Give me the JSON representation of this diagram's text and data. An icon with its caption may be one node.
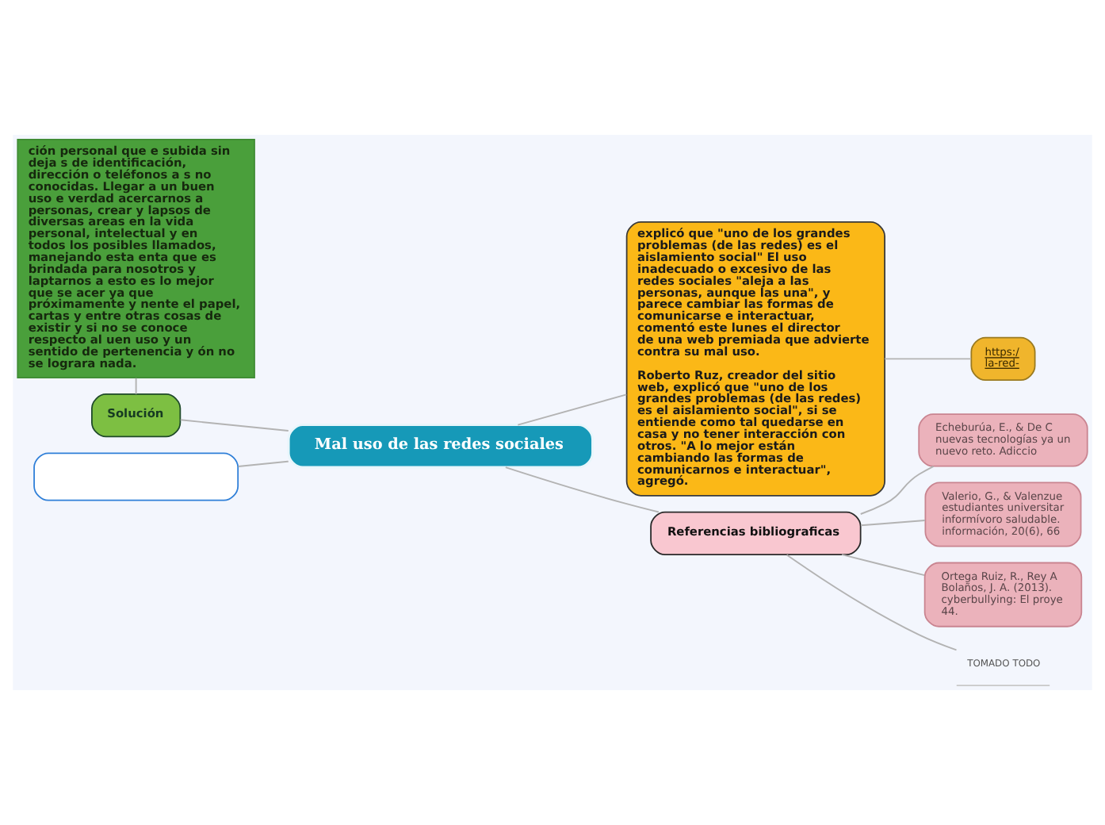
{
  "diagram": {
    "nodes": [
      {
        "text": [
          "ción personal que e subida sin deja s de identificación, dirección o teléfonos a s no conocidas. Llegar a un buen uso e verdad acercarnos a personas, crear y lapsos de diversas areas en la vida personal, intelectual y en todos los posibles llamados, manejando esta enta que es brindada para nosotros y laptarnos a esto es lo mejor que se acer ya que próximamente y nente el papel, cartas y entre otras cosas de existir y si no se conoce respecto al uen uso y un sentido de pertenencia y ón no se lograra nada."
        ]
      },
      {
        "text": [
          "explicó que \"uno de los grandes problemas (de las redes) es el aislamiento social\" El uso inadecuado o excesivo de las redes sociales \"aleja a las personas, aunque las una\", y parece cambiar las formas de comunicarse e interactuar, comentó este lunes el director de una web premiada que advierte contra su mal uso.",
          "Roberto Ruz, creador del sitio web, explicó que \"uno de los grandes problemas (de las redes) es el aislamiento social\", si se entiende como tal quedarse en casa y no tener interacción con otros. \"A lo mejor están cambiando las formas de comunicarnos e interactuar\", agregó."
        ]
      },
      {
        "text": [
          "https:/ la-red-"
        ]
      },
      {
        "text": [
          "Solución"
        ]
      },
      {
        "text": [
          "Mal uso de las redes sociales"
        ]
      },
      {
        "text": [],
        "shape": "box"
      },
      {
        "text": [
          "Referencias bibliograficas"
        ]
      },
      {
        "text": [
          "Echeburúa, E., & De C nuevas tecnologías ya un nuevo reto. Adiccio"
        ]
      },
      {
        "text": [
          "Valerio, G., & Valenzue estudiantes universitar informívoro saludable. información, 20(6), 66"
        ]
      },
      {
        "text": [
          "Ortega Ruiz, R., Rey A Bolaños, J. A. (2013). cyberbullying: El proye 44."
        ]
      },
      {
        "text": [
          "TOMADO TODO"
        ]
      }
    ],
    "edges": [
      {
        "from": 0,
        "to": 3,
        "arrow": "none"
      },
      {
        "from": 3,
        "to": 4,
        "arrow": "none"
      },
      {
        "from": 5,
        "to": 4,
        "arrow": "none"
      },
      {
        "from": 4,
        "to": 1,
        "arrow": "none"
      },
      {
        "from": 1,
        "to": 2,
        "arrow": "none"
      },
      {
        "from": 4,
        "to": 6,
        "arrow": "none"
      },
      {
        "from": 6,
        "to": 7,
        "arrow": "none"
      },
      {
        "from": 6,
        "to": 8,
        "arrow": "none"
      },
      {
        "from": 6,
        "to": 9,
        "arrow": "none"
      },
      {
        "from": 6,
        "to": 10,
        "arrow": "none"
      }
    ]
  }
}
